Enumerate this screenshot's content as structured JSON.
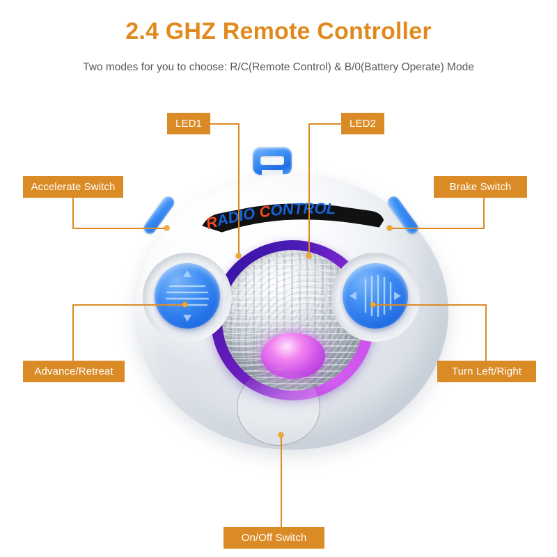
{
  "header": {
    "title": "2.4 GHZ Remote Controller",
    "subtitle": "Two modes for you to choose: R/C(Remote Control) & B/0(Battery Operate) Mode",
    "title_color": "#E08A1E",
    "subtitle_color": "#59595B"
  },
  "theme": {
    "callout_bg": "#DB8B26",
    "callout_text": "#FFFFFF",
    "leader_line": "#DB8B26",
    "dot": "#EFA92E",
    "device_blue": "#2F86F0",
    "device_purple": "#7D23C9",
    "background": "#FFFFFF"
  },
  "callouts": [
    {
      "id": "led1",
      "label": "LED1"
    },
    {
      "id": "led2",
      "label": "LED2"
    },
    {
      "id": "accelerate",
      "label": "Accelerate Switch"
    },
    {
      "id": "brake",
      "label": "Brake Switch"
    },
    {
      "id": "advance",
      "label": "Advance/Retreat"
    },
    {
      "id": "turn",
      "label": "Turn Left/Right"
    },
    {
      "id": "onoff",
      "label": "On/Off Switch"
    }
  ],
  "device": {
    "logo_text": "RADIO CONTROL",
    "logo_word1": "RADIO",
    "logo_word2": "CONTROL",
    "logo_initial1": "R",
    "logo_initial2": "C",
    "logo_initial_color": "#F04A23",
    "logo_letter_color": "#1763D8",
    "logo_outline_color": "#111111",
    "parts": {
      "antenna_clip": "antenna-clip",
      "left_paddle": "accelerate-switch",
      "right_paddle": "brake-switch",
      "left_stick": "advance-retreat-joystick",
      "right_stick": "turn-left-right-joystick",
      "center_plate": "metallic-center-plate",
      "center_led": "center-led",
      "purple_ring": "led-ring",
      "battery_cover": "on-off-switch-cover"
    }
  }
}
